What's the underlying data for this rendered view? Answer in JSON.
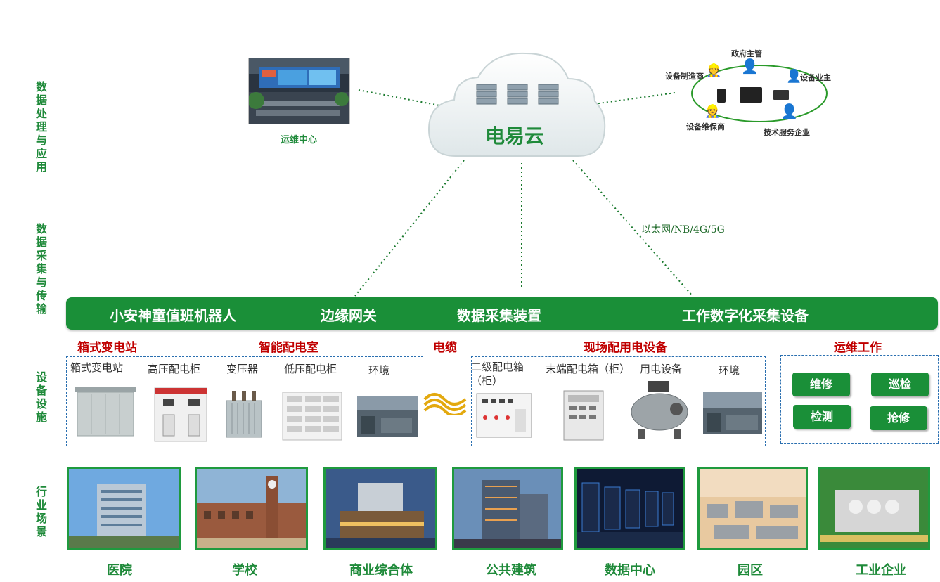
{
  "layers": {
    "data_processing": "数据处理与应用",
    "data_collection": "数据采集与传输",
    "equipment": "设备设施",
    "industry": "行业场景"
  },
  "cloud": {
    "label": "电易云"
  },
  "ops_center": {
    "label": "运维中心"
  },
  "stakeholders": {
    "government": "政府主管",
    "manufacturer": "设备制造商",
    "owner": "设备业主",
    "maintainer": "设备维保商",
    "tech_service": "技术服务企业"
  },
  "network_label": "以太网/NB/4G/5G",
  "collection_bar": {
    "items": [
      "小安神童值班机器人",
      "边缘网关",
      "数据采集装置",
      "工作数字化采集设备"
    ]
  },
  "categories": {
    "box_substation": "箱式变电站",
    "smart_room": "智能配电室",
    "cable": "电缆",
    "field_equipment": "现场配用电设备",
    "ops_work": "运维工作"
  },
  "devices_left": [
    "箱式变电站",
    "高压配电柜",
    "变压器",
    "低压配电柜",
    "环境"
  ],
  "devices_right": {
    "secondary_box": "二级配电箱（柜）",
    "terminal_box": "末端配电箱（柜）",
    "power_equipment": "用电设备",
    "environment": "环境"
  },
  "ops_buttons": [
    "维修",
    "巡检",
    "检测",
    "抢修"
  ],
  "industries": [
    "医院",
    "学校",
    "商业综合体",
    "公共建筑",
    "数据中心",
    "园区",
    "工业企业"
  ],
  "colors": {
    "green": "#1a8f38",
    "red": "#c00000",
    "blue_dash": "#2a6fb0"
  }
}
